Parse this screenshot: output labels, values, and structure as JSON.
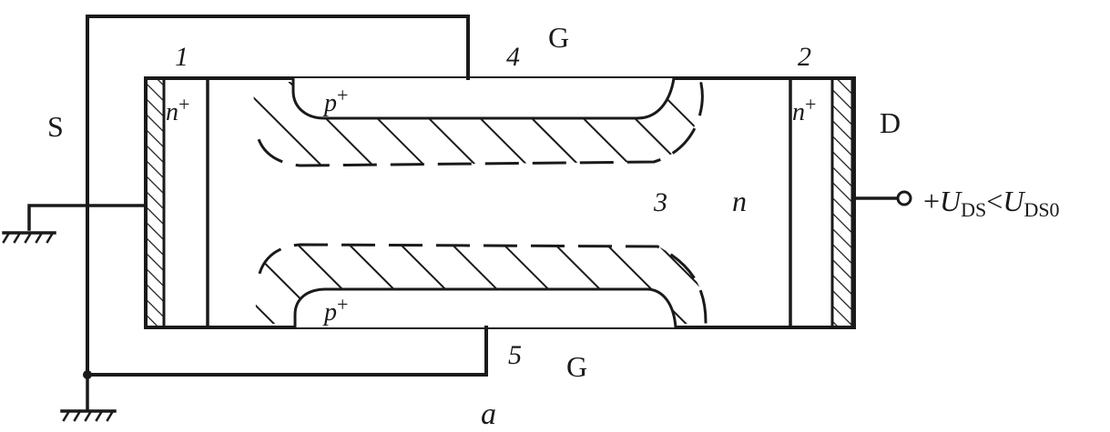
{
  "labels": {
    "source": "S",
    "drain": "D",
    "gate_top": "G",
    "gate_bottom": "G",
    "num1": "1",
    "num2": "2",
    "num3": "3",
    "num4": "4",
    "num5": "5",
    "n_region": "n",
    "n_plus_left": "n+",
    "n_plus_right": "n+",
    "p_plus_top": "p+",
    "p_plus_bottom": "p+",
    "caption": "a"
  },
  "voltage": {
    "prefix": "+",
    "symbol_left": "U",
    "sub_left": "DS",
    "relation": "<",
    "symbol_right": "U",
    "sub_right": "DS0"
  },
  "colors": {
    "ink": "#1a1a1a",
    "background": "#ffffff"
  }
}
